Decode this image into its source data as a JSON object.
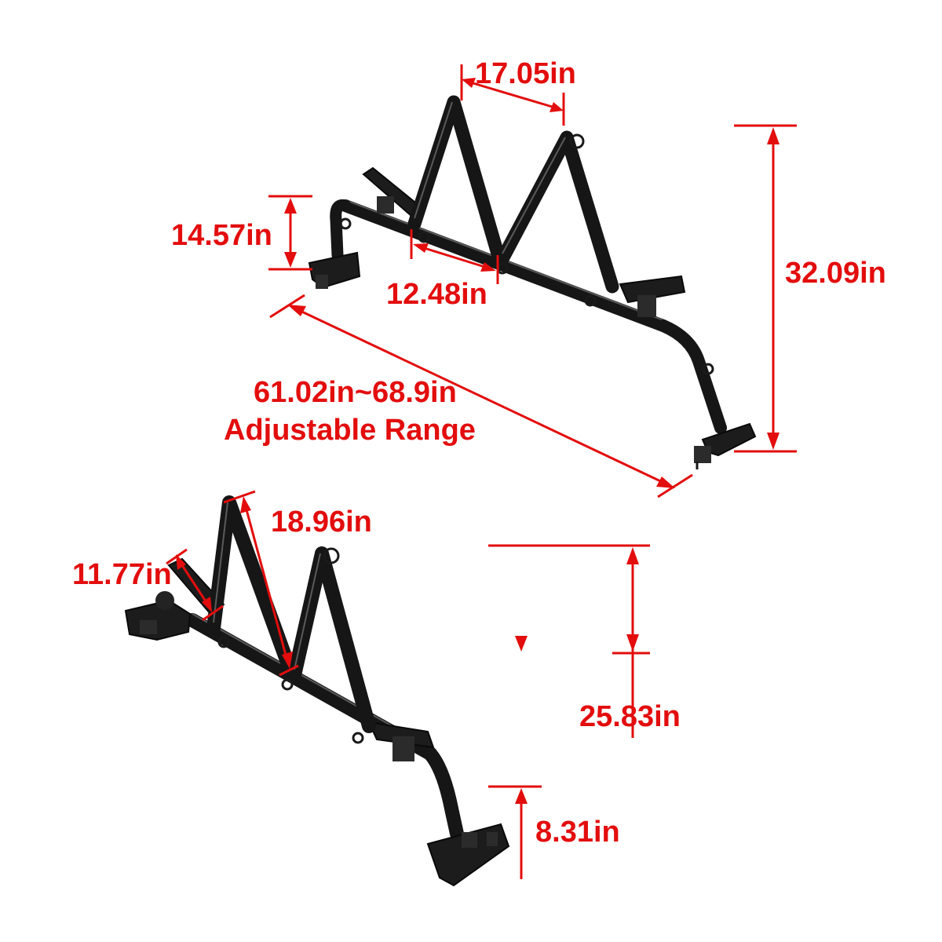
{
  "top_view": {
    "width_top": "17.05in",
    "height_total": "32.09in",
    "end_height": "14.57in",
    "base_width": "12.48in",
    "length_range": "61.02in~68.9in",
    "length_caption": "Adjustable Range"
  },
  "bottom_view": {
    "leg_length": "18.96in",
    "arm_length": "11.77in",
    "total_height": "25.83in",
    "foot_height": "8.31in"
  },
  "colors": {
    "dimension": "#e30d0d",
    "rack": "#161616",
    "background": "#ffffff"
  }
}
